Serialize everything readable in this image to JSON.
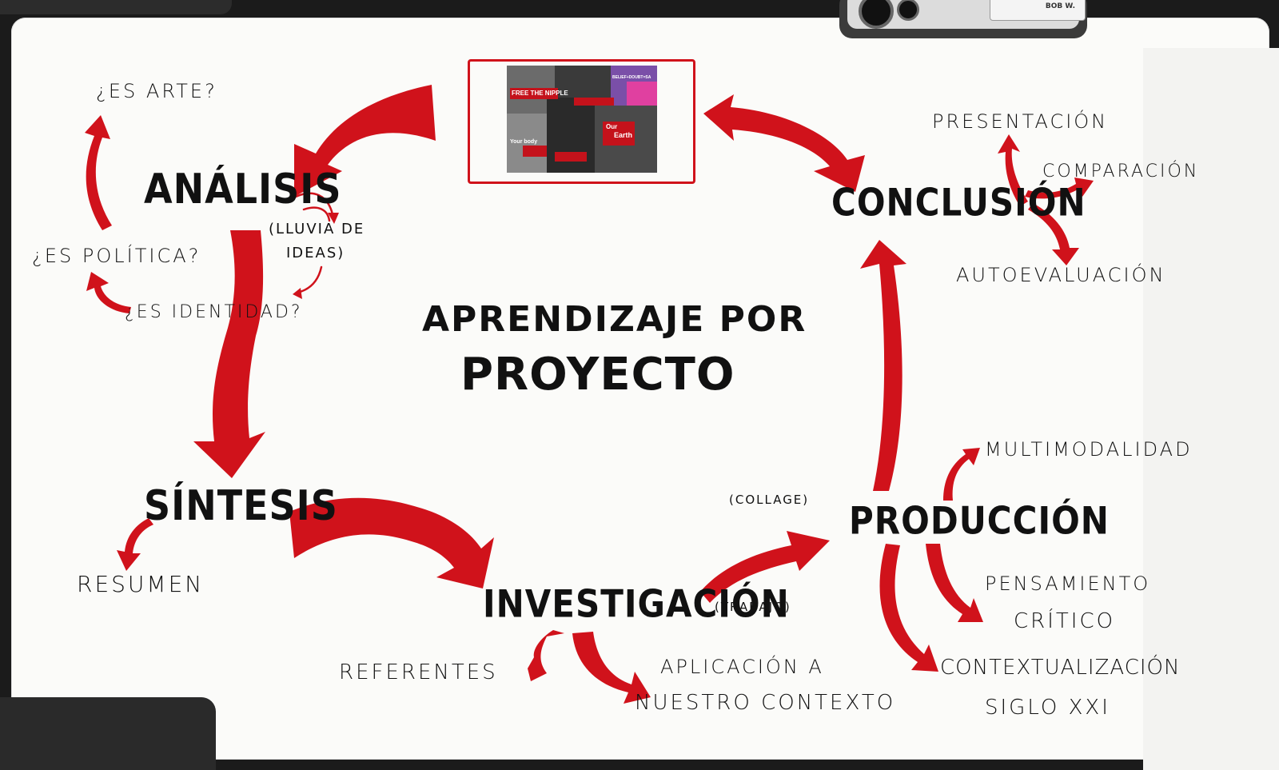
{
  "center": {
    "line1": "APRENDIZAJE POR",
    "line2": "PROYECTO"
  },
  "nodes": {
    "analisis": "ANÁLISIS",
    "sintesis": "SÍNTESIS",
    "investigacion": "INVESTIGACIÓN",
    "produccion": "PRODUCCIÓN",
    "conclusion": "CONCLUSIÓN"
  },
  "analisis": {
    "brainstorm_line1": "(LLUVIA DE",
    "brainstorm_line2": "IDEAS)",
    "questions": [
      "¿ES ARTE?",
      "¿ES POLÍTICA?",
      "¿ES IDENTIDAD?"
    ]
  },
  "sintesis": {
    "resumen": "RESUMEN"
  },
  "investigacion": {
    "note": "(TRABAJO)",
    "referentes": "REFERENTES",
    "aplicacion_line1": "APLICACIÓN A",
    "aplicacion_line2": "NUESTRO CONTEXTO"
  },
  "produccion": {
    "note": "(COLLAGE)",
    "multimodalidad": "MULTIMODALIDAD",
    "pensamiento_line1": "PENSAMIENTO",
    "pensamiento_line2": "CRÍTICO",
    "contexto_line1": "CONTEXTUALIZACIÓN",
    "contexto_line2": "SIGLO XXI"
  },
  "conclusion": {
    "presentacion": "PRESENTACIÓN",
    "comparacion": "COMPARACIÓN",
    "autoevaluacion": "AUTOEVALUACIÓN"
  },
  "collage": {
    "t1": "FREE THE NIPPLE",
    "t2": "Your body",
    "t3": "Our",
    "t4": "Earth",
    "t5": "BELIEF+DOUBT=SA"
  },
  "phone_card": "BOB W.",
  "colors": {
    "arrow": "#d0121b",
    "ink": "#111111",
    "paper": "#fbfbf9"
  }
}
